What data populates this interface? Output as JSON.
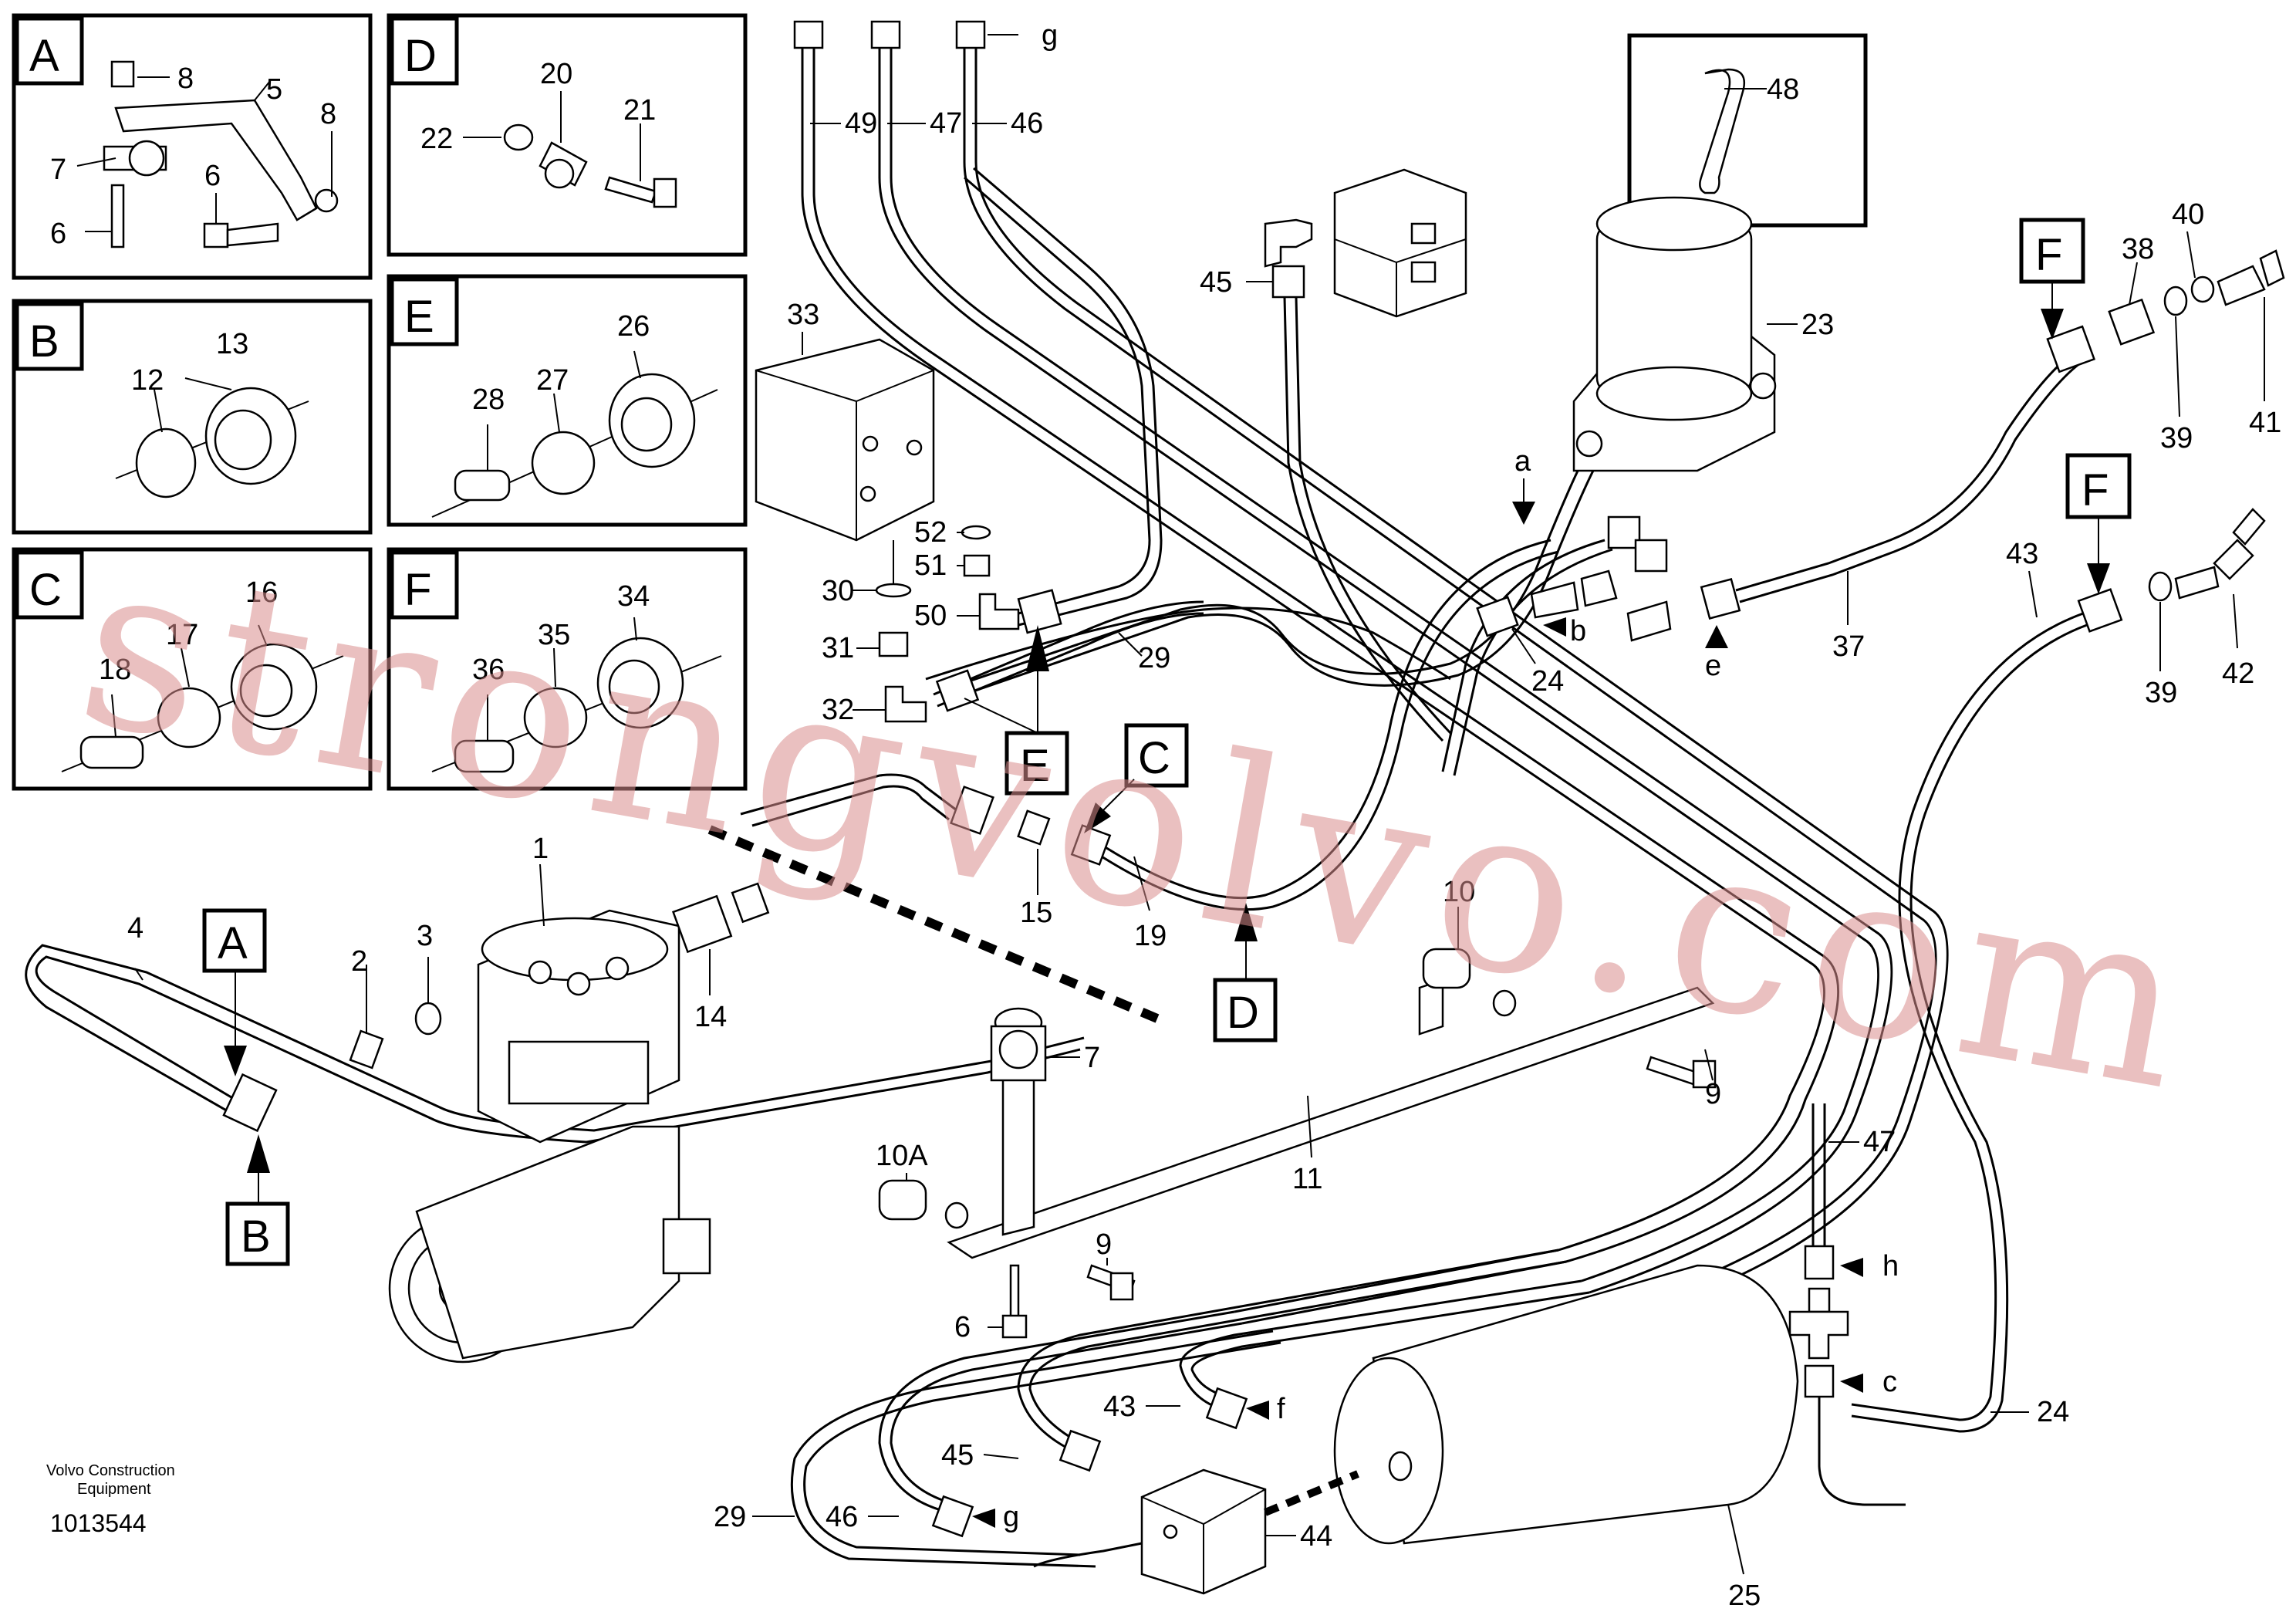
{
  "credit": {
    "line1": "Volvo Construction",
    "line2": "Equipment",
    "code": "1013544"
  },
  "watermark": "strongvolvo.com",
  "colors": {
    "ink": "#000000",
    "watermark": "#d98c8c",
    "background": "#ffffff"
  },
  "detail_boxes": [
    {
      "letter": "A",
      "parts": [
        "8",
        "5",
        "8",
        "7",
        "6",
        "6"
      ]
    },
    {
      "letter": "B",
      "parts": [
        "13",
        "12"
      ]
    },
    {
      "letter": "C",
      "parts": [
        "16",
        "17",
        "18"
      ]
    },
    {
      "letter": "D",
      "parts": [
        "20",
        "22",
        "21"
      ]
    },
    {
      "letter": "E",
      "parts": [
        "26",
        "28",
        "27"
      ]
    },
    {
      "letter": "F",
      "parts": [
        "34",
        "36",
        "35"
      ]
    },
    {
      "letter": "",
      "parts": [
        "48"
      ]
    }
  ],
  "main_tags": [
    "A",
    "B",
    "C",
    "D",
    "E",
    "F",
    "F"
  ],
  "main_labels": [
    "1",
    "2",
    "3",
    "4",
    "14",
    "15",
    "19",
    "10",
    "11",
    "9",
    "10A",
    "7",
    "9",
    "6",
    "33",
    "30",
    "31",
    "32",
    "50",
    "51",
    "52",
    "29",
    "49",
    "47",
    "46",
    "45",
    "23",
    "24",
    "37",
    "38",
    "39",
    "40",
    "41",
    "43",
    "39",
    "42",
    "47",
    "24",
    "25",
    "44",
    "29",
    "46",
    "45",
    "43"
  ],
  "letter_refs": [
    "g",
    "a",
    "b",
    "e",
    "h",
    "c",
    "f",
    "g"
  ]
}
